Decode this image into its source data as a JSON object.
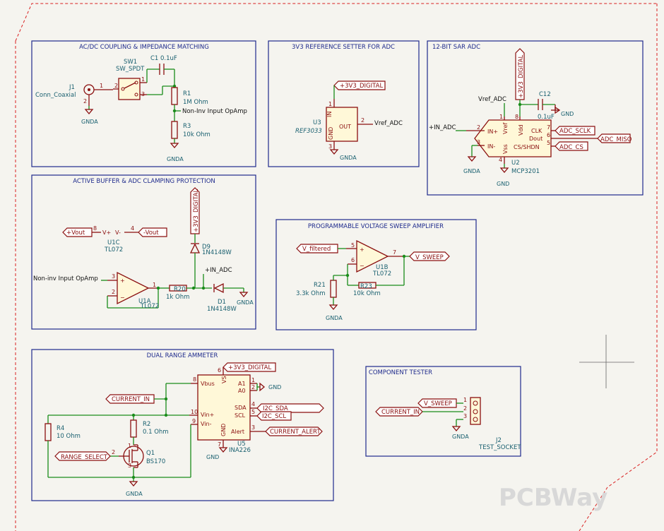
{
  "colors": {
    "wire": "#1a8c1a",
    "symbol": "#8a0f0f",
    "frame": "#1e2a8c",
    "ref": "#1a6070",
    "sheet": "#f5f4ef"
  },
  "blocks": {
    "coupling": "AC/DC COUPLING & IMPEDANCE MATCHING",
    "ref3v3": "3V3 REFERENCE SETTER FOR ADC",
    "adc": "12-BIT SAR ADC",
    "buffer": "ACTIVE BUFFER & ADC CLAMPING PROTECTION",
    "sweep": "PROGRAMMABLE VOLTAGE SWEEP AMPLIFIER",
    "ammeter": "DUAL RANGE AMMETER",
    "tester": "COMPONENT TESTER"
  },
  "coupling": {
    "j1_ref": "J1",
    "j1_val": "Conn_Coaxial",
    "j1_p1": "1",
    "j1_p2": "2",
    "sw1_ref": "SW1",
    "sw1_val": "SW_SPDT",
    "sw1_p1": "1",
    "sw1_p2": "2",
    "sw1_p3": "3",
    "c1_ref": "C1",
    "c1_val": "0.1uF",
    "r1_ref": "R1",
    "r1_val": "1M Ohm",
    "r1_note": "Non-Inv Input OpAmp",
    "r3_ref": "R3",
    "r3_val": "10k Ohm",
    "gnda1": "GNDA",
    "gnda2": "GNDA"
  },
  "ref3v3": {
    "u3_ref": "U3",
    "u3_val": "REF3033",
    "u3_in": "IN",
    "u3_out": "OUT",
    "u3_gnd": "GND",
    "pin1": "1",
    "pin2": "2",
    "pin3": "3",
    "net_in": "+3V3_DIGITAL",
    "net_out": "Vref_ADC",
    "gnda": "GNDA"
  },
  "adc": {
    "u2_ref": "U2",
    "u2_val": "MCP3201",
    "pins": {
      "inp": "IN+",
      "inm": "IN-",
      "vref": "Vref",
      "vdd": "Vdd",
      "vss": "Vss",
      "clk": "CLK",
      "dout": "Dout",
      "cs": "CS/SHDN"
    },
    "nums": {
      "p1": "1",
      "p2": "2",
      "p3": "3",
      "p4": "4",
      "p5": "5",
      "p6": "6",
      "p7": "7",
      "p8": "8"
    },
    "net_vref": "Vref_ADC",
    "net_in": "+IN_ADC",
    "net_vdd": "+3V3_DIGITAL",
    "c12_ref": "C12",
    "c12_val": "0.1uF",
    "lbl_sclk": "ADC_SCLK",
    "lbl_miso": "ADC_MISO",
    "lbl_cs": "ADC_CS",
    "gnda": "GNDA",
    "gnd1": "GND",
    "gnd2": "GND"
  },
  "buffer": {
    "vout_pos": "+Vout",
    "vout_neg": "-Vout",
    "vplus": "V+",
    "vminus": "V-",
    "pin8": "8",
    "pin4": "4",
    "u1c_ref": "U1C",
    "u1c_val": "TL072",
    "in_note": "Non-inv Input OpAmp",
    "u1a_ref": "U1A",
    "u1a_val": "TL072",
    "p1": "1",
    "p2": "2",
    "p3": "3",
    "r20_ref": "R20",
    "r20_val": "1k Ohm",
    "d9_ref": "D9",
    "d9_val": "1N4148W",
    "d1_ref": "D1",
    "d1_val": "1N4148W",
    "net_3v3": "+3V3_DIGITAL",
    "net_in": "+IN_ADC",
    "gnda": "GNDA"
  },
  "sweep": {
    "lbl_in": "V_filtered",
    "lbl_out": "V_SWEEP",
    "p5": "5",
    "p6": "6",
    "p7": "7",
    "u1b_ref": "U1B",
    "u1b_val": "TL072",
    "r21_ref": "R21",
    "r21_val": "3.3k Ohm",
    "r23_ref": "R23",
    "r23_val": "10k Ohm",
    "gnda": "GNDA"
  },
  "ammeter": {
    "u5_ref": "U5",
    "u5_val": "INA226",
    "pins": {
      "vbus": "Vbus",
      "vs": "VS",
      "a1": "A1",
      "a0": "A0",
      "vinp": "Vin+",
      "vinm": "Vin-",
      "sda": "SDA",
      "scl": "SCL",
      "alert": "Alert",
      "gnd": "GND"
    },
    "nums": {
      "p6": "6",
      "p8": "8",
      "p1": "1",
      "p2": "2",
      "p10": "10",
      "p9": "9",
      "p4": "4",
      "p5": "5",
      "p3": "3",
      "p7": "7"
    },
    "net_vs": "+3V3_DIGITAL",
    "lbl_current": "CURRENT_IN",
    "lbl_sda": "I2C_SDA",
    "lbl_scl": "I2C_SCL",
    "lbl_alert": "CURRENT_ALERT",
    "lbl_range": "RANGE_SELECT",
    "r4_ref": "R4",
    "r4_val": "10 Ohm",
    "r2_ref": "R2",
    "r2_val": "0.1 Ohm",
    "q1_ref": "Q1",
    "q1_val": "BS170",
    "q_p1": "1",
    "q_p2": "2",
    "q_p3": "3",
    "gnd1": "GND",
    "gnd2": "GND",
    "gnda": "GNDA"
  },
  "tester": {
    "lbl_sweep": "V_SWEEP",
    "lbl_current": "CURRENT_IN",
    "j2_ref": "J2",
    "j2_val": "TEST_SOCKET",
    "p1": "1",
    "p2": "2",
    "p3": "3",
    "gnda": "GNDA"
  },
  "watermark": "PCBWay"
}
